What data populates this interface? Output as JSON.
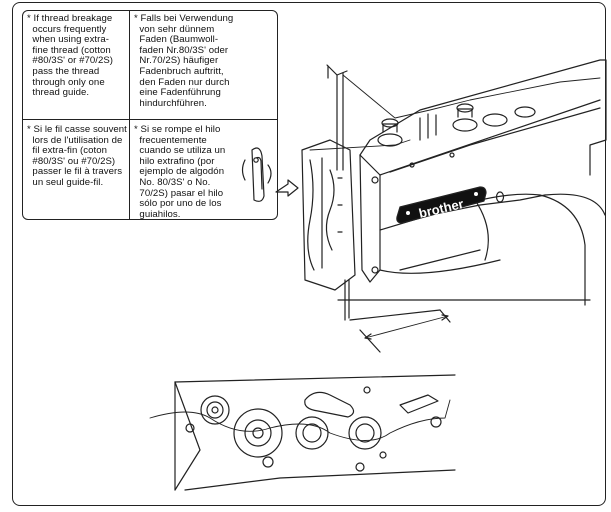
{
  "notes": {
    "english": "* If thread breakage\n  occurs frequently\n  when using extra-\n  fine thread (cotton\n  #80/3S' or #70/2S)\n  pass the thread\n  through only one\n  thread guide.",
    "german": "* Falls bei Verwendung\n  von sehr dünnem\n  Faden (Baumwoll-\n  faden Nr.80/3S' oder\n  Nr.70/2S) häufiger\n  Fadenbruch auftritt,\n  den Faden nur durch\n  eine Fadenführung\n  hindurchführen.",
    "french": "* Si le fil casse souvent\n  lors de l'utilisation de\n  fil extra-fin (coton\n  #80/3S' ou #70/2S)\n  passer le fil à travers\n  un seul guide-fil.",
    "spanish": "* Si se rompe el hilo\n  frecuentemente\n  cuando se utiliza un\n  hilo extrafino (por\n  ejemplo de algodón\n  No. 80/3S' o No.\n  70/2S) pasar el hilo\n  sólo por uno de los\n  guiahilos."
  },
  "machine": {
    "brand_logo": "brother"
  }
}
